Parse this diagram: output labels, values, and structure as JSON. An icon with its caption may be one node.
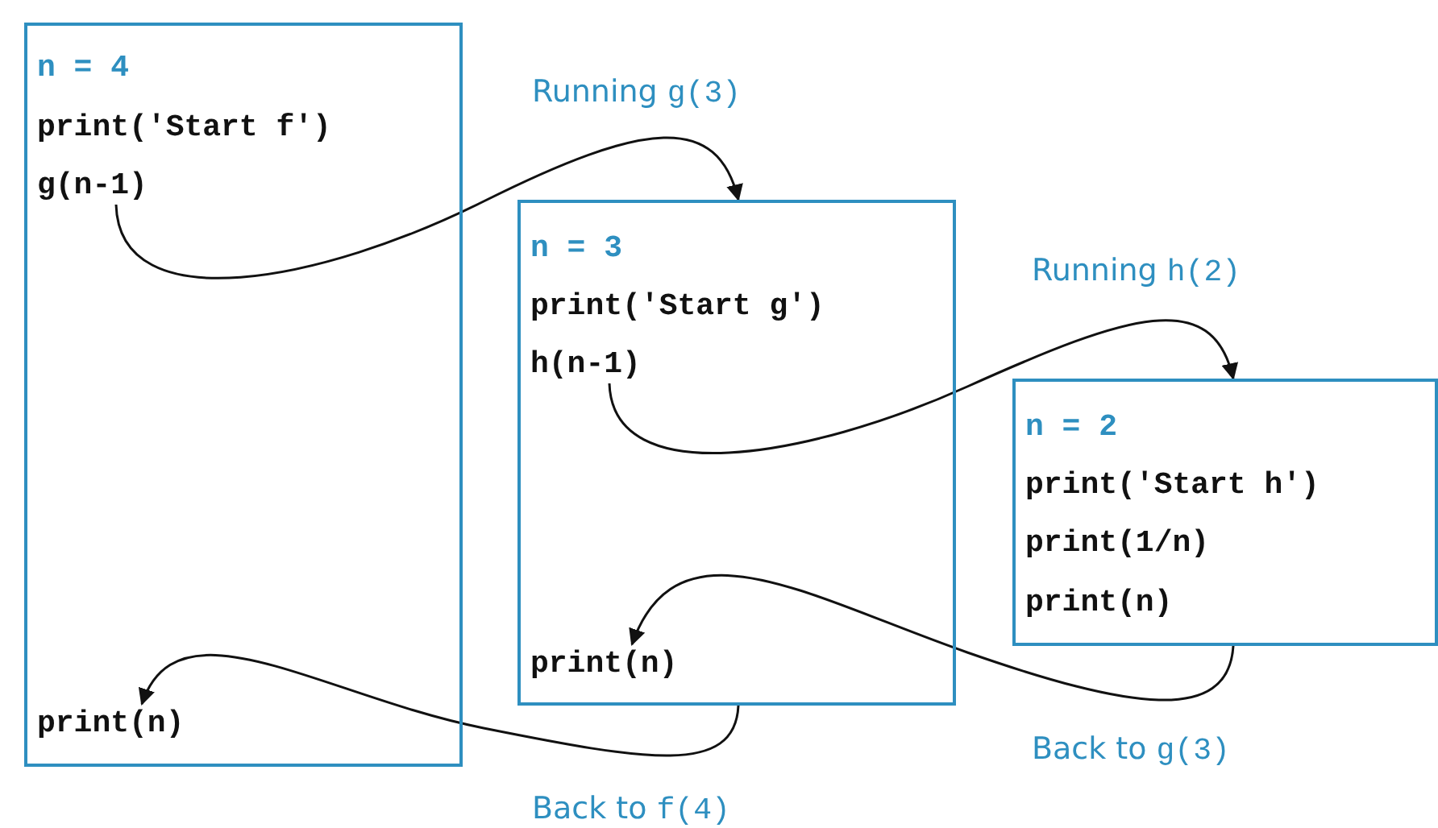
{
  "diagram": {
    "nodes": [
      {
        "text": [],
        "shape": "box"
      },
      {
        "text": [
          "n = 4"
        ],
        "in": 0
      },
      {
        "text": [
          "print('Start f')"
        ],
        "in": 0
      },
      {
        "text": [
          "g(n-1)"
        ],
        "in": 0
      },
      {
        "text": [
          "print(n)"
        ],
        "in": 0
      },
      {
        "text": [],
        "shape": "box"
      },
      {
        "text": [
          "n = 3"
        ],
        "in": 5
      },
      {
        "text": [
          "print('Start g')"
        ],
        "in": 5
      },
      {
        "text": [
          "h(n-1)"
        ],
        "in": 5
      },
      {
        "text": [
          "print(n)"
        ],
        "in": 5
      },
      {
        "text": [],
        "shape": "box"
      },
      {
        "text": [
          "n = 2"
        ],
        "in": 10
      },
      {
        "text": [
          "print('Start h')"
        ],
        "in": 10
      },
      {
        "text": [
          "print(1/n)"
        ],
        "in": 10
      },
      {
        "text": [
          "print(n)"
        ],
        "in": 10
      }
    ],
    "edges": [
      {
        "from": 3,
        "to": 5,
        "arrow": "to",
        "label": "Running g(3)"
      },
      {
        "from": 8,
        "to": 10,
        "arrow": "to",
        "label": "Running h(2)"
      },
      {
        "from": 10,
        "to": 9,
        "arrow": "to",
        "label": "Back to g(3)"
      },
      {
        "from": 5,
        "to": 4,
        "arrow": "to",
        "label": "Back to f(4)"
      }
    ]
  }
}
